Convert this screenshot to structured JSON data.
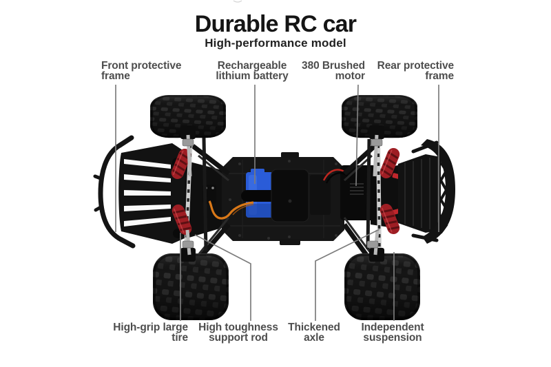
{
  "header": {
    "title": "Durable RC car",
    "subtitle": "High-performance model"
  },
  "callouts": {
    "top": [
      {
        "name": "front-protective-frame",
        "lines": [
          "Front protective",
          "frame"
        ]
      },
      {
        "name": "rechargeable-lithium-battery",
        "lines": [
          "Rechargeable",
          "lithium battery"
        ]
      },
      {
        "name": "brushed-motor-380",
        "lines": [
          "380 Brushed",
          "motor"
        ]
      },
      {
        "name": "rear-protective-frame",
        "lines": [
          "Rear protective",
          "frame"
        ]
      }
    ],
    "bottom": [
      {
        "name": "high-grip-large-tire",
        "lines": [
          "High-grip large",
          "tire"
        ]
      },
      {
        "name": "high-toughness-support-rod",
        "lines": [
          "High toughness",
          "support rod"
        ]
      },
      {
        "name": "thickened-axle",
        "lines": [
          "Thickened",
          "axle"
        ]
      },
      {
        "name": "independent-suspension",
        "lines": [
          "Independent",
          "suspension"
        ]
      }
    ]
  },
  "illustration": {
    "alt": "Top-down view of an RC car chassis: four off-road knobby tires, front and rear black protective frames, blue rechargeable lithium battery, 380 brushed motor with cooling louvers, orange servo wire, red shock springs and chrome support rods",
    "colors": {
      "battery_blue": "#2a5cd8",
      "wire_orange": "#d97818",
      "shock_red": "#a82026",
      "chassis_black": "#161616",
      "leader_line_gray": "#7c7c7c",
      "label_gray": "#4d4d4d",
      "title_black": "#151515"
    }
  }
}
